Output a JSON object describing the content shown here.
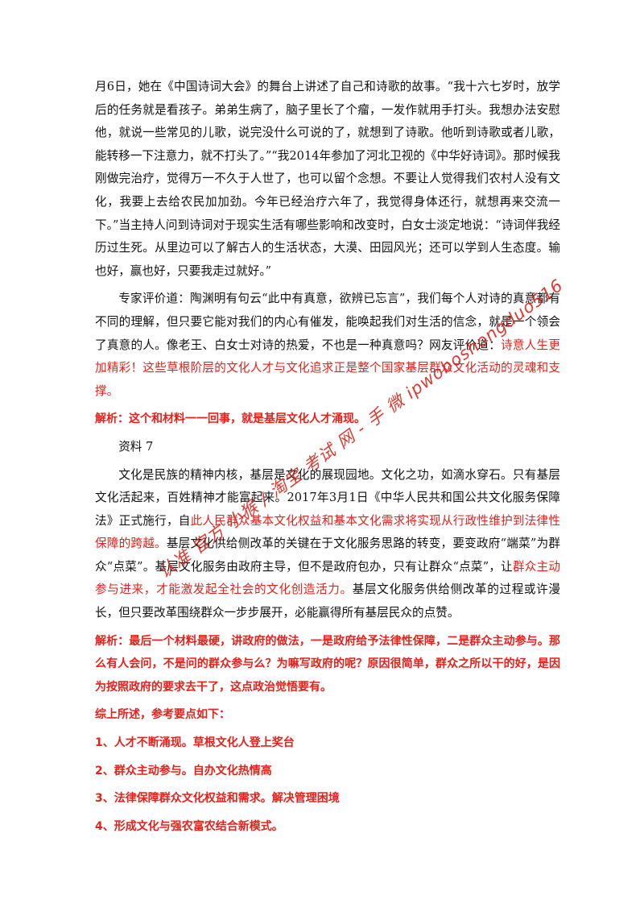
{
  "paragraphs": {
    "p1": "月6日，她在《中国诗词大会》的舞台上讲述了自己和诗歌的故事。“我十六七岁时，放学后的任务就是看孩子。弟弟生病了，脑子里长了个瘤，一发作就用手打头。我想办法安慰他，就说一些常见的儿歌，说完没什么可说的了，就想到了诗歌。他听到诗歌或者儿歌，能转移一下注意力，就不打头了。”“我2014年参加了河北卫视的《中华好诗词》。那时候我刚做完治疗，觉得万一不久于人世了，也可以留个念想。不要让人觉得我们农村人没有文化，我要上去给农民加加劲。今年已经治疗六年了，我觉得身体还行，就想再来交流一下。”当主持人问到诗词对于现实生活有哪些影响和改变时，白女士淡定地说：“诗词伴我经历过生死。从里边可以了解古人的生活状态，大漠、田园风光；还可以学到人生态度。输也好，赢也好，只要我走过就好。”",
    "p2_a": "专家评价道：陶渊明有句云“此中有真意，欲辨已忘言”，我们每个人对诗的真意都有不同的理解，但只要它能对我们的内心有催发，能唤起我们对生活的信念，就是一个领会了真意的人。像老王、白女士对诗的热爱，不也是一种真意吗？网友评价道：",
    "p2_red": "诗意人生更加精彩！这些草根阶层的文化人才与文化追求正是整个国家基层群众文化活动的灵魂和支撑。",
    "analysis1": "解析：这个和材料一一回事，就是基层文化人才涌现。",
    "material7_title": "资料 7",
    "p3_a": "文化是民族的精神内核，基层是文化的展现园地。文化之功，如滴水穿石。只有基层文化活起来，百姓精神才能富起来。2017年3月1日《中华人民共和国公共文化服务保障法》正式施行，自",
    "p3_red1": "此人民群众基本文化权益和基本文化需求将实现从行政性维护到法律性保障的跨越。",
    "p3_b": "基层文化供给侧改革的关键在于文化服务思路的转变，要变政府“端菜”为群众“点菜”。基层文化服务由政府主导，但不是政府包办，只有让群众“点菜”，让",
    "p3_red2": "群众主动参与进来，才能激发起全社会的文化创造活力。",
    "p3_c": "基层文化服务供给侧改革的过程或许漫长，但只要改革围绕群众一步步展开，必能赢得所有基层民众的点赞。",
    "analysis2": "解析：最后一个材料最硬，讲政府的做法，一是政府给予法律性保障，二是群众主动参与。那么有人会问，不是问的群众参与么？为嘛写政府的呢？原因很简单，群众之所以干的好，是因为按照政府的要求去干了，这点政治觉悟要有。",
    "summary_title": "综上所述，参考要点如下：",
    "points": [
      "1、人才不断涌现。草根文化人登上奖台",
      "2、群众主动参与。自办文化热情高",
      "3、法律保障群众文化权益和需求。解决管理困境",
      "4、形成文化与强农富农结合新模式。"
    ]
  },
  "watermark_text": "认准 官方 小猴 / 淘宝 考试 网 - 手 微 ipwoboshongduo516",
  "colors": {
    "accent_red": "#e8201a"
  }
}
